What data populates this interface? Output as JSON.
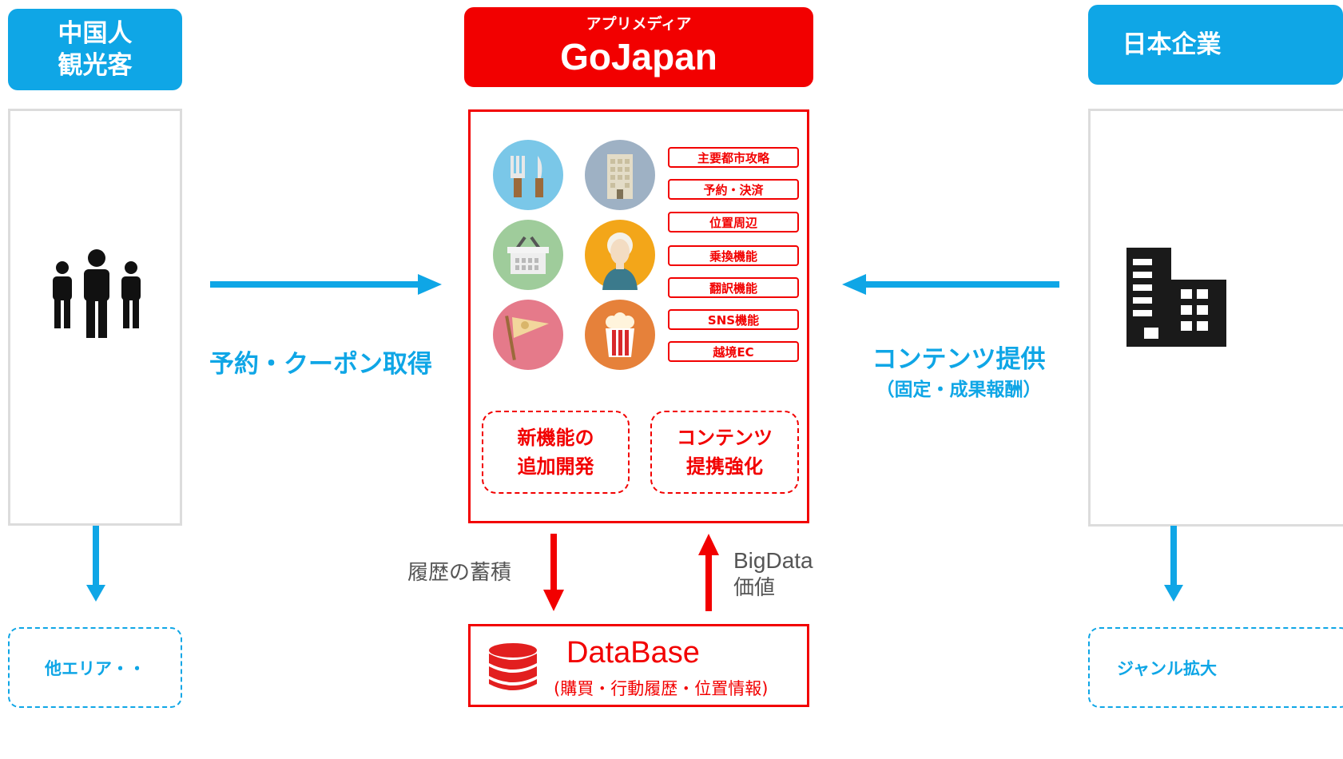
{
  "left": {
    "header": "中国人\n観光客",
    "icon": "people-group-icon",
    "bottom_label": "他エリア・・"
  },
  "right": {
    "header": "日本企業",
    "icon": "office-building-icon",
    "bottom_label": "ジャンル拡大"
  },
  "center": {
    "subtitle": "アプリメディア",
    "title": "GoJapan",
    "features": [
      "主要都市攻略",
      "予約・決済",
      "位置周辺",
      "乗換機能",
      "翻訳機能",
      "SNS機能",
      "越境EC"
    ],
    "icons": [
      "fork-knife-icon",
      "building-icon",
      "basket-icon",
      "person-icon",
      "flag-icon",
      "popcorn-icon"
    ],
    "boxes": [
      "新機能の\n追加開発",
      "コンテンツ\n提携強化"
    ]
  },
  "flows": {
    "left_label": "予約・クーポン取得",
    "right_label_1": "コンテンツ提供",
    "right_label_2": "（固定・成果報酬）",
    "down_label": "履歴の蓄積",
    "up_label_1": "BigData",
    "up_label_2": "価値"
  },
  "database": {
    "title": "DataBase",
    "subtitle": "(購買・行動履歴・位置情報)",
    "icon": "database-icon"
  },
  "colors": {
    "blue": "#0fa6e6",
    "red": "#f20000",
    "gray": "#dcdcdc"
  }
}
